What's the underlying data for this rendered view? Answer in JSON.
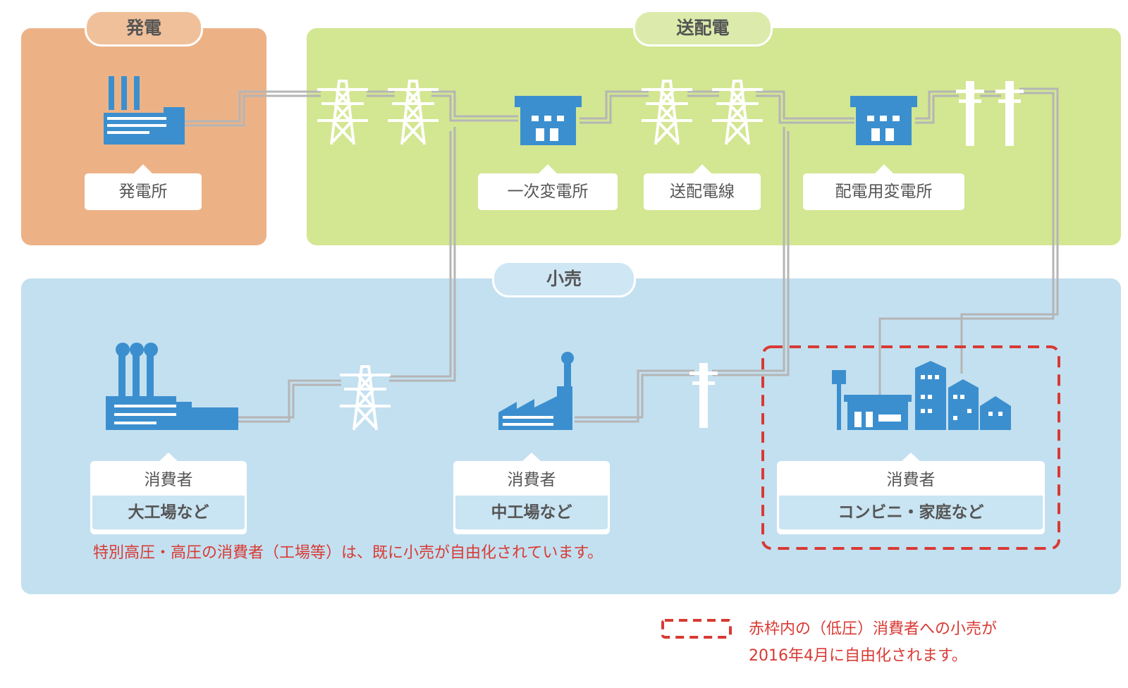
{
  "zones": {
    "generation": "発電",
    "transmission": "送配電",
    "retail": "小売"
  },
  "facilities": {
    "power_plant": "発電所",
    "primary_substation": "一次変電所",
    "transmission_lines": "送配電線",
    "distribution_substation": "配電用変電所"
  },
  "consumers": [
    {
      "role": "消費者",
      "type": "大工場など"
    },
    {
      "role": "消費者",
      "type": "中工場など"
    },
    {
      "role": "消費者",
      "type": "コンビニ・家庭など"
    }
  ],
  "notes": {
    "liberalized": "特別高圧・高圧の消費者（工場等）は、既に小売が自由化されています。",
    "legend_line1": "赤枠内の（低圧）消費者への小売が",
    "legend_line2": "2016年4月に自由化されます。"
  },
  "colors": {
    "generation_zone": "#ecb286",
    "transmission_zone": "#d3e692",
    "retail_zone": "#c3e0f0",
    "icon_blue": "#3b8fcf",
    "highlight_red": "#d83a34"
  },
  "icons": [
    "factory-icon",
    "tower-icon",
    "substation-icon",
    "pole-icon",
    "shop-icon",
    "house-icon"
  ]
}
